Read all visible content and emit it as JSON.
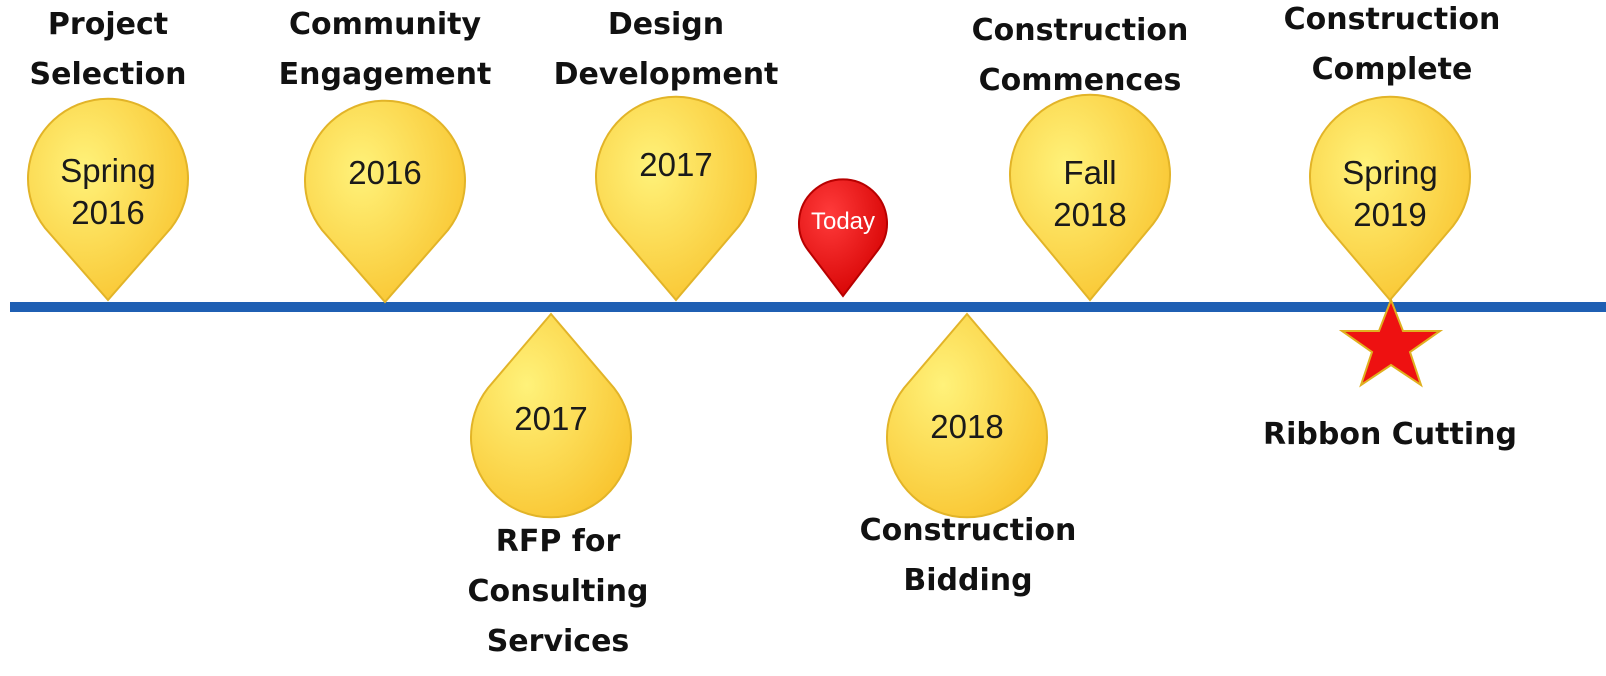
{
  "timeline": {
    "milestones_above": [
      {
        "title_line1": "Project",
        "title_line2": "Selection",
        "date_line1": "Spring",
        "date_line2": "2016"
      },
      {
        "title_line1": "Community",
        "title_line2": "Engagement",
        "date_line1": "2016",
        "date_line2": ""
      },
      {
        "title_line1": "Design",
        "title_line2": "Development",
        "date_line1": "2017",
        "date_line2": ""
      },
      {
        "title_line1": "Construction",
        "title_line2": "Commences",
        "date_line1": "Fall",
        "date_line2": "2018"
      },
      {
        "title_line1": "Construction",
        "title_line2": "Complete",
        "date_line1": "Spring",
        "date_line2": "2019"
      }
    ],
    "milestones_below": [
      {
        "date": "2017",
        "title_line1": "RFP for",
        "title_line2": "Consulting",
        "title_line3": "Services"
      },
      {
        "date": "2018",
        "title_line1": "Construction",
        "title_line2": "Bidding"
      }
    ],
    "today_label": "Today",
    "final_label": "Ribbon Cutting"
  },
  "colors": {
    "axis": "#1f5fb3",
    "pin_fill_light": "#fff27a",
    "pin_fill_dark": "#f8c12a",
    "today_fill": "#e60000",
    "star_fill": "#ee1111"
  },
  "icons": {
    "milestone_marker": "yellow-map-pin-icon",
    "today_marker": "red-map-pin-icon",
    "completion_marker": "red-star-icon"
  }
}
